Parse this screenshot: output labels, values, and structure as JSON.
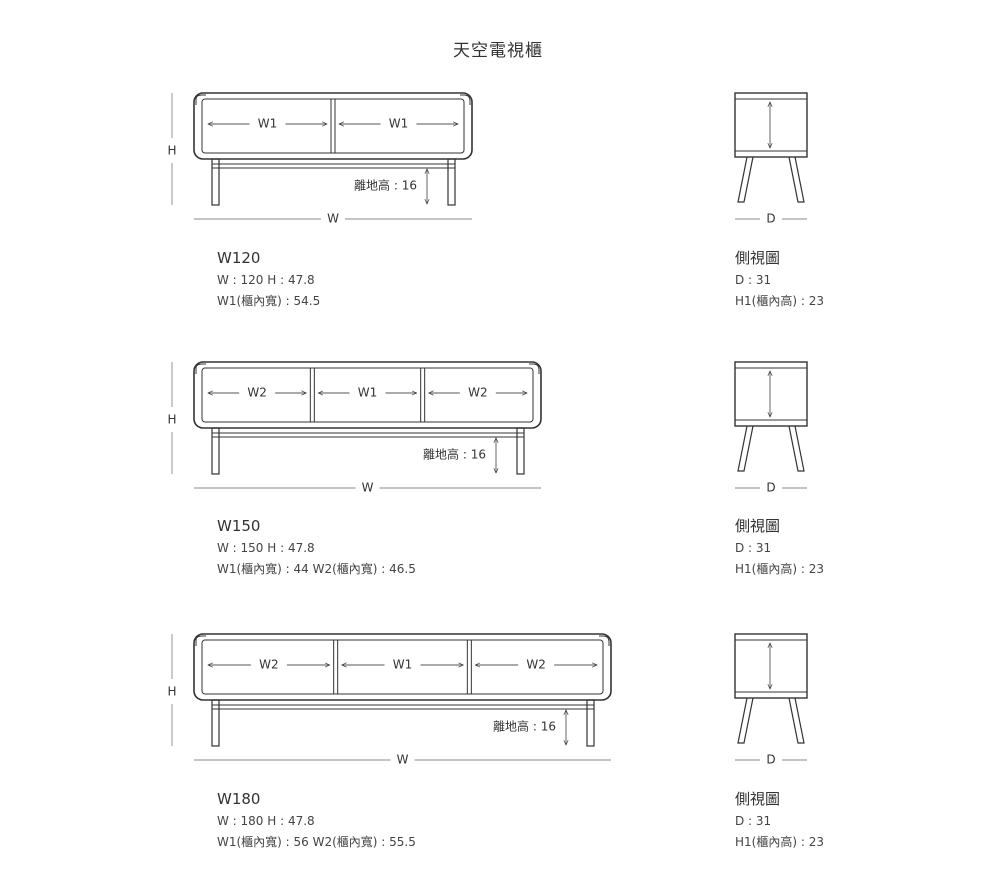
{
  "title": "天空電視櫃",
  "labels": {
    "H": "H",
    "W": "W",
    "D": "D"
  },
  "models": [
    {
      "name": "W120",
      "spec": "W : 120   H : 47.8",
      "inner": "W1(櫃內寬) : 54.5",
      "compartments": [
        "W1",
        "W1"
      ],
      "floor": "離地高 : 16",
      "side": {
        "name": "側視圖",
        "depth": "D : 31",
        "inner_h": "H1(櫃內高) : 23"
      }
    },
    {
      "name": "W150",
      "spec": "W : 150   H : 47.8",
      "inner": "W1(櫃內寬) : 44   W2(櫃內寬) : 46.5",
      "compartments": [
        "W2",
        "W1",
        "W2"
      ],
      "floor": "離地高 : 16",
      "side": {
        "name": "側視圖",
        "depth": "D : 31",
        "inner_h": "H1(櫃內高) : 23"
      }
    },
    {
      "name": "W180",
      "spec": "W : 180   H : 47.8",
      "inner": "W1(櫃內寬) : 56   W2(櫃內寬) : 55.5",
      "compartments": [
        "W2",
        "W1",
        "W2"
      ],
      "floor": "離地高 : 16",
      "side": {
        "name": "側視圖",
        "depth": "D : 31",
        "inner_h": "H1(櫃內高) : 23"
      }
    }
  ],
  "colors": {
    "line": "#333333",
    "dim": "#555555",
    "light": "#888888"
  }
}
